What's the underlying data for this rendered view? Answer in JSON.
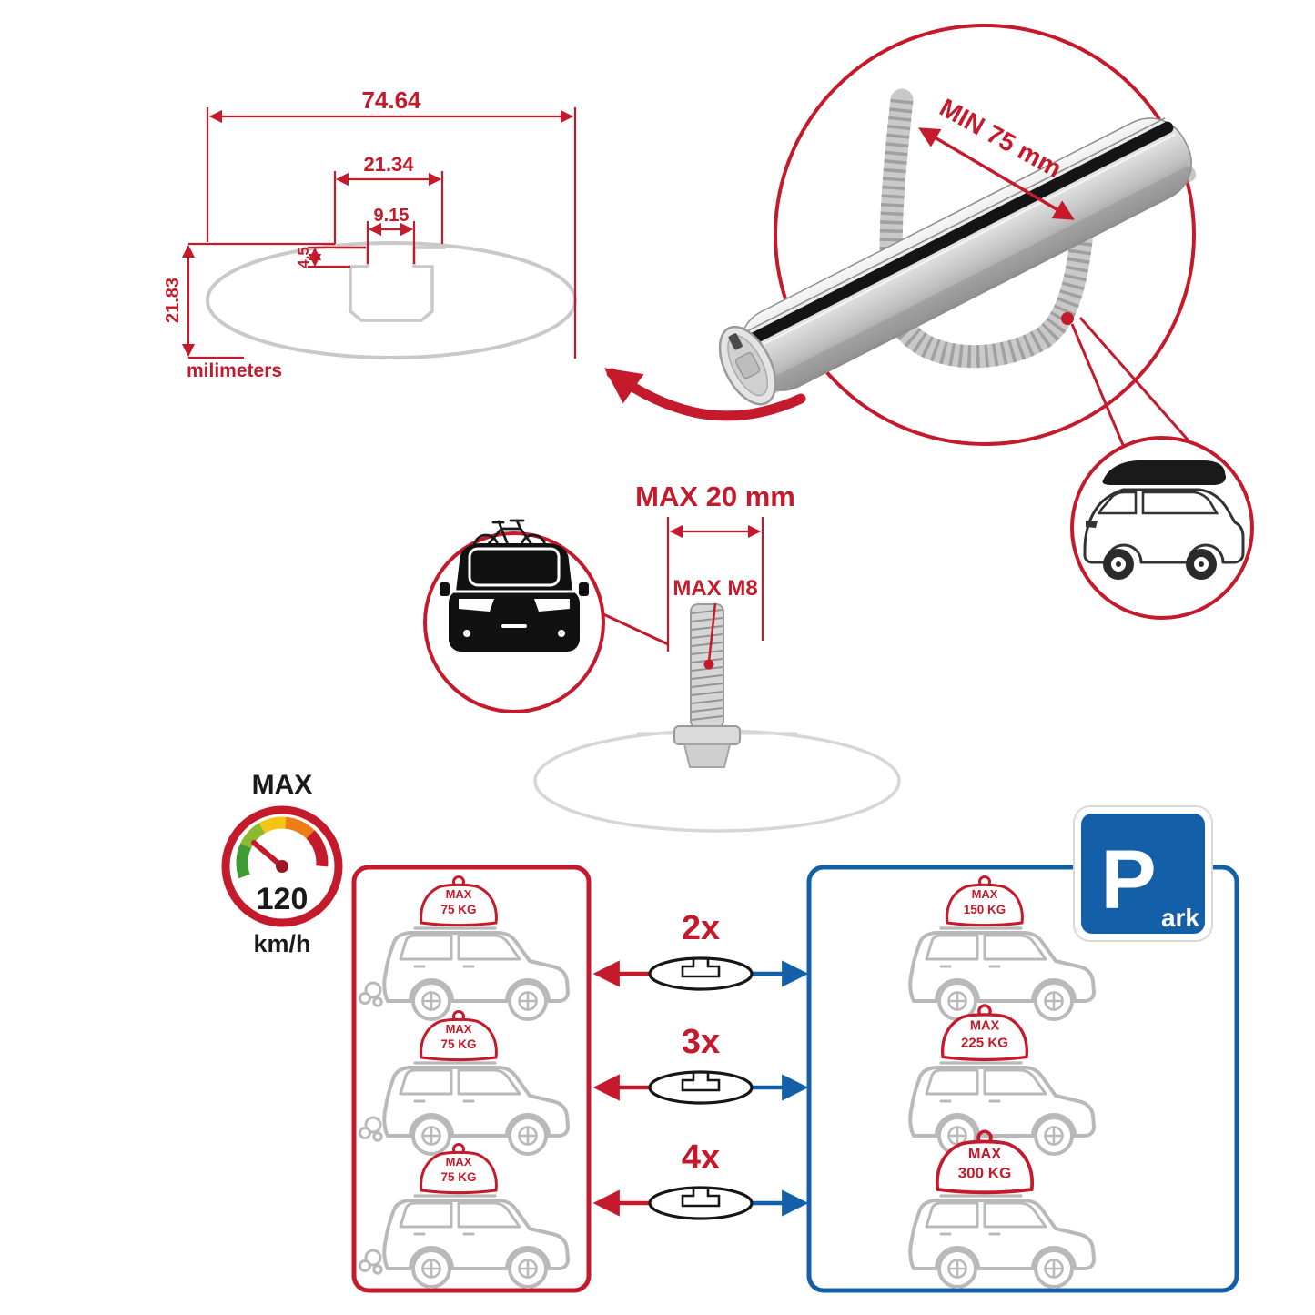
{
  "colors": {
    "accent_red": "#c41a2b",
    "accent_blue": "#1460a8",
    "profile_gray": "#c9c9c9",
    "ink": "#1a1a1a"
  },
  "dimension_diagram": {
    "width": "74.64",
    "inner_width": "21.34",
    "slot_width": "9.15",
    "slot_depth": "4.5",
    "height": "21.83",
    "units": "milimeters"
  },
  "bar_callout": {
    "min_label": "MIN 75 mm"
  },
  "bolt_callout": {
    "max_width": "MAX 20 mm",
    "max_thread": "MAX M8"
  },
  "speedometer": {
    "title": "MAX",
    "value": "120",
    "unit": "km/h"
  },
  "driving_panel": {
    "loads": [
      {
        "label": "MAX",
        "value": "75 KG"
      },
      {
        "label": "MAX",
        "value": "75 KG"
      },
      {
        "label": "MAX",
        "value": "75 KG"
      }
    ]
  },
  "multipliers": [
    {
      "label": "2x"
    },
    {
      "label": "3x"
    },
    {
      "label": "4x"
    }
  ],
  "parking_panel": {
    "sign": {
      "letter": "P",
      "suffix": "ark"
    },
    "loads": [
      {
        "label": "MAX",
        "value": "150 KG"
      },
      {
        "label": "MAX",
        "value": "225 KG"
      },
      {
        "label": "MAX",
        "value": "300 KG"
      }
    ]
  }
}
